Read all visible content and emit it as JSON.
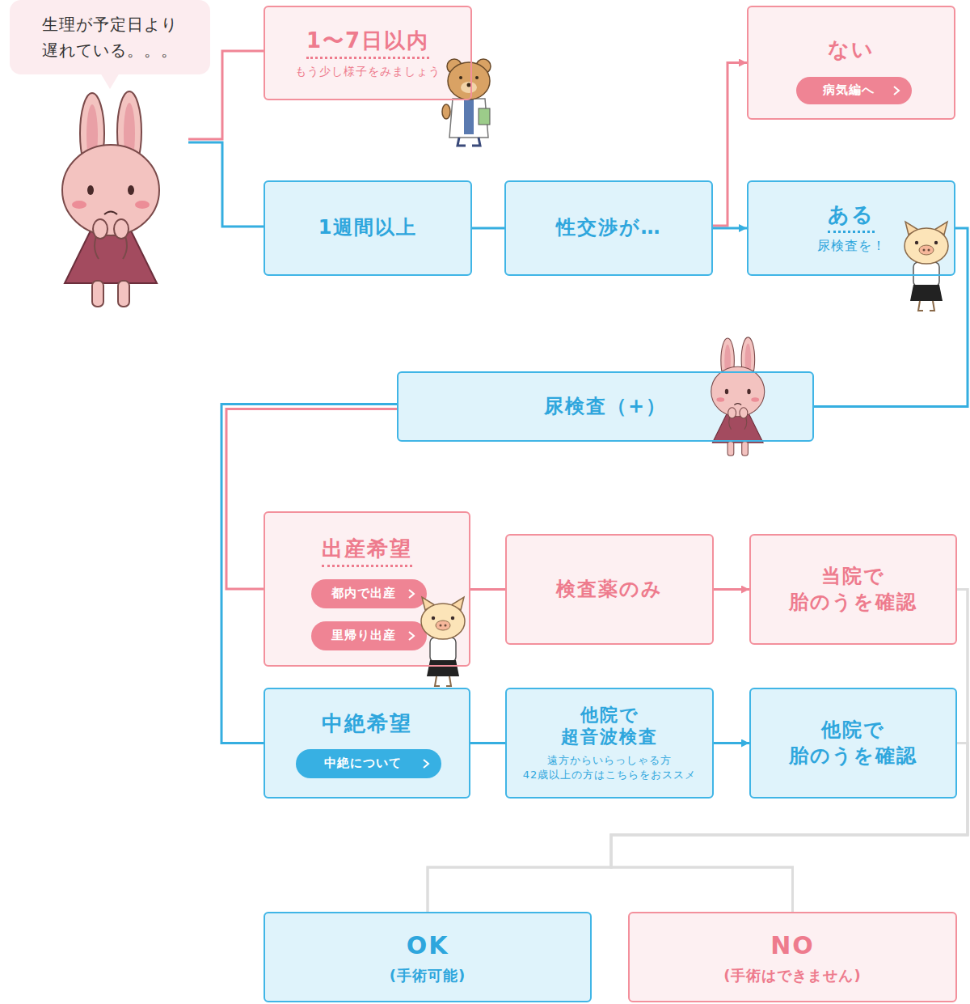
{
  "diagram": {
    "nodes": [
      {
        "text": [
          "生理が予定日より 遅れている。。。"
        ]
      },
      {
        "text": [
          "1〜7日以内",
          "もう少し様子をみましょう"
        ]
      },
      {
        "text": [
          "1週間以上"
        ]
      },
      {
        "text": [
          "性交渉が…"
        ]
      },
      {
        "text": [
          "ない"
        ]
      },
      {
        "text": [
          "病気編へ"
        ],
        "in": 4
      },
      {
        "text": [
          "ある",
          "尿検査を！"
        ]
      },
      {
        "text": [
          "尿検査（+）"
        ]
      },
      {
        "text": [
          "出産希望"
        ]
      },
      {
        "text": [
          "都内で出産"
        ],
        "in": 8
      },
      {
        "text": [
          "里帰り出産"
        ],
        "in": 8
      },
      {
        "text": [
          "検査薬のみ"
        ]
      },
      {
        "text": [
          "当院で 胎のうを確認"
        ]
      },
      {
        "text": [
          "中絶希望"
        ]
      },
      {
        "text": [
          "中絶について"
        ],
        "in": 13
      },
      {
        "text": [
          "他院で 超音波検査",
          "遠方からいらっしゃる方 42歳以上の方はこちらをおススメ"
        ]
      },
      {
        "text": [
          "他院で 胎のうを確認"
        ]
      },
      {
        "text": [
          "OK",
          "(手術可能)"
        ]
      },
      {
        "text": [
          "NO",
          "(手術はできません)"
        ]
      }
    ],
    "edges": [
      {
        "from": 2,
        "to": 3,
        "arrow": "none"
      },
      {
        "from": 3,
        "to": 4,
        "arrow": "to"
      },
      {
        "from": 3,
        "to": 6,
        "arrow": "to"
      },
      {
        "from": 6,
        "to": 7,
        "arrow": "none"
      },
      {
        "from": 7,
        "to": 8,
        "arrow": "none"
      },
      {
        "from": 7,
        "to": 13,
        "arrow": "none"
      },
      {
        "from": 8,
        "to": 11,
        "arrow": "none"
      },
      {
        "from": 11,
        "to": 12,
        "arrow": "to"
      },
      {
        "from": 13,
        "to": 15,
        "arrow": "none"
      },
      {
        "from": 15,
        "to": 16,
        "arrow": "to"
      },
      {
        "from": 12,
        "to": 17,
        "arrow": "none"
      },
      {
        "from": 12,
        "to": 18,
        "arrow": "none"
      },
      {
        "from": 16,
        "to": 17,
        "arrow": "none"
      },
      {
        "from": 16,
        "to": 18,
        "arrow": "none"
      }
    ]
  }
}
